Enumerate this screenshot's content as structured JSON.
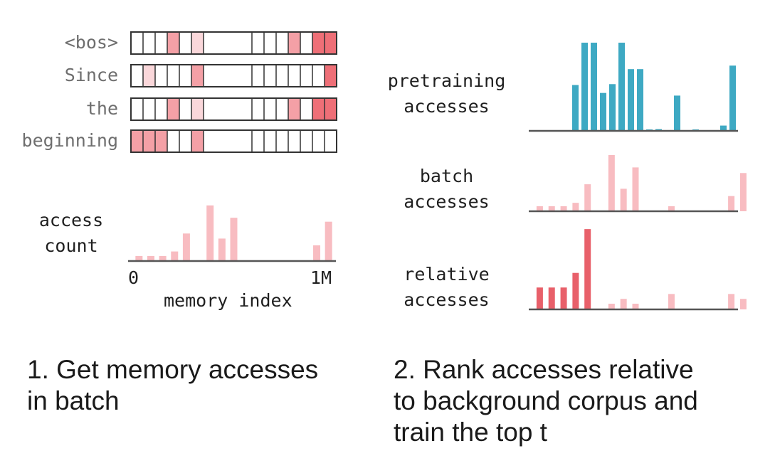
{
  "colors": {
    "cell_border": "#333333",
    "memory_medium": "#f4a0a6",
    "memory_light": "#fad7da",
    "memory_strong": "#ee6f77",
    "count_bar": "#f8bcc1",
    "pretraining_bar": "#3ea9c3",
    "batch_bar": "#f8bcc1",
    "relative_top": "#e8606a",
    "relative_other": "#f8bcc1",
    "axis": "#555555"
  },
  "memory_grid": {
    "cells_per_row": 17,
    "rows": [
      {
        "token": "<bos>",
        "highlights": [
          {
            "cell": 3,
            "level": "medium"
          },
          {
            "cell": 5,
            "level": "light"
          },
          {
            "cell": 13,
            "level": "medium"
          },
          {
            "cell": 15,
            "level": "strong"
          },
          {
            "cell": 16,
            "level": "strong"
          }
        ]
      },
      {
        "token": "Since",
        "highlights": [
          {
            "cell": 1,
            "level": "light"
          },
          {
            "cell": 5,
            "level": "medium"
          },
          {
            "cell": 16,
            "level": "strong"
          }
        ]
      },
      {
        "token": "the",
        "highlights": [
          {
            "cell": 3,
            "level": "medium"
          },
          {
            "cell": 5,
            "level": "light"
          },
          {
            "cell": 13,
            "level": "medium"
          },
          {
            "cell": 15,
            "level": "strong"
          },
          {
            "cell": 16,
            "level": "strong"
          }
        ]
      },
      {
        "token": "beginning",
        "highlights": [
          {
            "cell": 0,
            "level": "medium"
          },
          {
            "cell": 1,
            "level": "medium"
          },
          {
            "cell": 2,
            "level": "medium"
          },
          {
            "cell": 5,
            "level": "medium"
          }
        ]
      }
    ]
  },
  "access_count": {
    "label_line1": "access",
    "label_line2": "count",
    "axis_start": "0",
    "axis_end": "1M",
    "xlabel": "memory index"
  },
  "right_panels": {
    "pretraining": {
      "line1": "pretraining",
      "line2": "accesses"
    },
    "batch": {
      "line1": "batch",
      "line2": "accesses"
    },
    "relative": {
      "line1": "relative",
      "line2": "accesses"
    }
  },
  "chart_data": [
    {
      "type": "bar",
      "name": "access count",
      "xlabel": "memory index",
      "tick_labels": [
        "0",
        "1M"
      ],
      "positions": [
        0,
        1,
        2,
        3,
        4,
        6,
        7,
        8,
        15,
        16
      ],
      "values": [
        0.09,
        0.09,
        0.09,
        0.17,
        0.49,
        0.99,
        0.4,
        0.77,
        0.28,
        0.7
      ],
      "ylim": [
        0,
        1
      ]
    },
    {
      "type": "bar",
      "name": "pretraining accesses",
      "positions": [
        4,
        5,
        6,
        7,
        8,
        9,
        10,
        11,
        12,
        13,
        15,
        17,
        20,
        21
      ],
      "values": [
        0.52,
        1.0,
        1.0,
        0.43,
        0.53,
        1.0,
        0.7,
        0.7,
        0.01,
        0.02,
        0.4,
        0.01,
        0.06,
        0.74
      ],
      "ylim": [
        0,
        1
      ]
    },
    {
      "type": "bar",
      "name": "batch accesses",
      "positions": [
        0,
        1,
        2,
        3,
        4,
        6,
        7,
        8,
        11,
        16,
        17
      ],
      "values": [
        0.09,
        0.09,
        0.09,
        0.15,
        0.48,
        1.0,
        0.4,
        0.78,
        0.09,
        0.27,
        0.68
      ],
      "ylim": [
        0,
        1
      ]
    },
    {
      "type": "bar",
      "name": "relative accesses",
      "positions": [
        0,
        1,
        2,
        3,
        4,
        6,
        7,
        8,
        11,
        16,
        17
      ],
      "values": [
        0.27,
        0.27,
        0.27,
        0.45,
        0.99,
        0.07,
        0.13,
        0.07,
        0.19,
        0.19,
        0.13
      ],
      "top": [
        true,
        true,
        true,
        true,
        true,
        false,
        false,
        false,
        false,
        false,
        false
      ],
      "ylim": [
        0,
        1
      ]
    }
  ],
  "captions": {
    "step1_line1": "1. Get memory accesses",
    "step1_line2": "in batch",
    "step2_line1": "2. Rank accesses relative",
    "step2_line2": "to background corpus and",
    "step2_line3": "train the top t"
  }
}
